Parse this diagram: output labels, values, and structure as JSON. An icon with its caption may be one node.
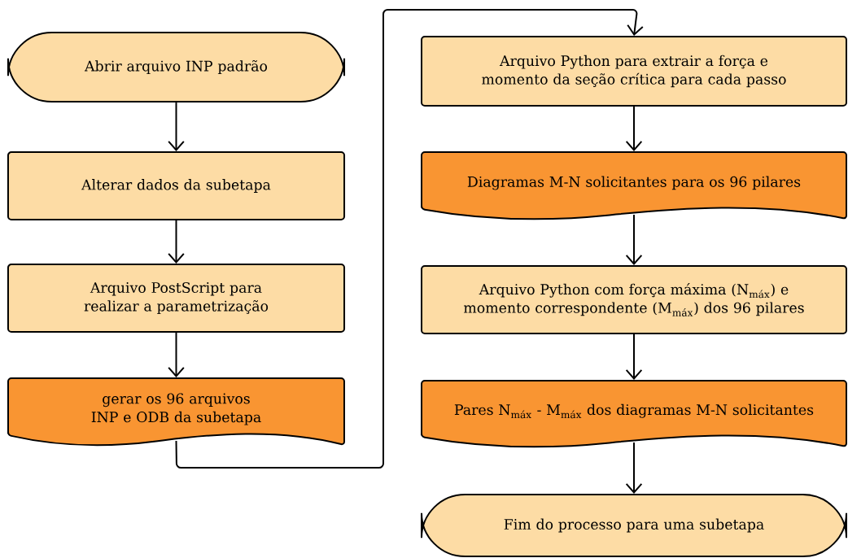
{
  "diagram": {
    "nodes": [
      {
        "text": [
          "Abrir arquivo INP padrão"
        ]
      },
      {
        "text": [
          "Alterar dados da subetapa"
        ]
      },
      {
        "text": [
          "Arquivo PostScript para realizar a parametrização"
        ]
      },
      {
        "text": [
          "gerar os 96 arquivos INP e ODB da subetapa"
        ]
      },
      {
        "text": [
          "Arquivo Python para extrair a força e momento da seção crítica para cada passo"
        ]
      },
      {
        "text": [
          "Diagramas M-N solicitantes para os 96 pilares"
        ]
      },
      {
        "text": [
          "Arquivo Python com força máxima (N$_{máx}$) e momento correspondente (M$_{máx}$) dos 96 pilares"
        ]
      },
      {
        "text": [
          "Pares N$_{máx}$ - M$_{máx}$ dos diagramas M-N solicitantes"
        ]
      },
      {
        "text": [
          "Fim do processo para uma subetapa"
        ]
      }
    ],
    "edges": [
      {
        "from": 0,
        "to": 1,
        "arrow": "to"
      },
      {
        "from": 1,
        "to": 2,
        "arrow": "to"
      },
      {
        "from": 2,
        "to": 3,
        "arrow": "to"
      },
      {
        "from": 3,
        "to": 4,
        "arrow": "to"
      },
      {
        "from": 4,
        "to": 5,
        "arrow": "to"
      },
      {
        "from": 5,
        "to": 6,
        "arrow": "to"
      },
      {
        "from": 6,
        "to": 7,
        "arrow": "to"
      },
      {
        "from": 7,
        "to": 8,
        "arrow": "to"
      }
    ]
  }
}
